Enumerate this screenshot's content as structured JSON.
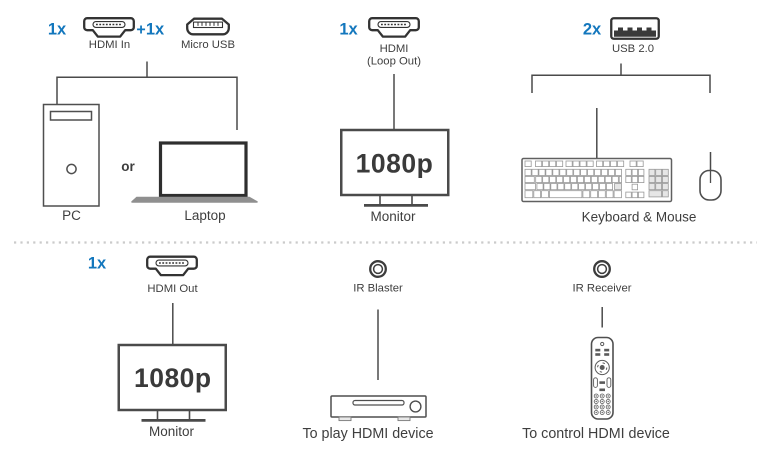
{
  "accent_color": "#1377bd",
  "line_color": "#4a4a4a",
  "divider_color": "#cbcbcb",
  "sections": {
    "source": {
      "qty_hdmi": "1x",
      "hdmi_label": "HDMI In",
      "plus": "+",
      "qty_usb": "1x",
      "usb_label": "Micro USB",
      "pc_label": "PC",
      "or_label": "or",
      "laptop_label": "Laptop"
    },
    "loop_out": {
      "qty": "1x",
      "label_line1": "HDMI",
      "label_line2": "(Loop Out)",
      "resolution": "1080p",
      "device_label": "Monitor"
    },
    "usb_ports": {
      "qty": "2x",
      "label": "USB 2.0",
      "device_label": "Keyboard & Mouse"
    },
    "hdmi_out": {
      "qty": "1x",
      "label": "HDMI Out",
      "resolution": "1080p",
      "device_label": "Monitor"
    },
    "ir_blaster": {
      "label": "IR Blaster",
      "caption": "To play HDMI device"
    },
    "ir_receiver": {
      "label": "IR Receiver",
      "caption": "To control HDMI device"
    }
  },
  "icons": [
    "hdmi-connector-icon",
    "micro-usb-connector-icon",
    "usb-a-connector-icon",
    "pc-tower-icon",
    "laptop-icon",
    "monitor-icon",
    "keyboard-icon",
    "mouse-icon",
    "ir-emitter-icon",
    "media-player-icon",
    "remote-control-icon"
  ]
}
